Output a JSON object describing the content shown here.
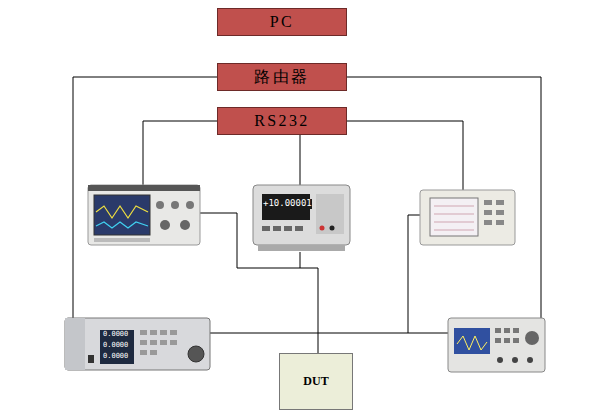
{
  "diagram": {
    "nodes": [
      {
        "text": [
          "PC"
        ]
      },
      {
        "text": [
          "路由器"
        ]
      },
      {
        "text": [
          "RS232"
        ]
      },
      {
        "text": [
          "DUT"
        ]
      }
    ],
    "labels": [
      "+10.00001",
      "0.0000",
      "0.0000",
      "0.0000"
    ]
  }
}
